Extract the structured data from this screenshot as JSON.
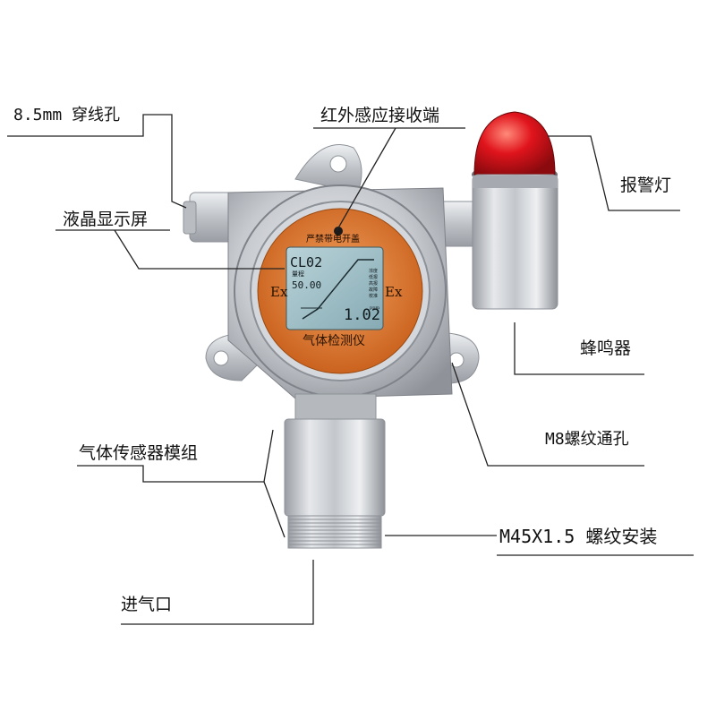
{
  "labels": {
    "cable_hole": "8.5mm 穿线孔",
    "ir_receiver": "红外感应接收端",
    "lcd_screen": "液晶显示屏",
    "alarm_light": "报警灯",
    "buzzer": "蜂鸣器",
    "m8_thread_hole": "M8螺纹通孔",
    "sensor_module": "气体传感器模组",
    "thread_install": "M45X1.5 螺纹安装",
    "gas_inlet": "进气口"
  },
  "device": {
    "warning_text": "严禁带电开盖",
    "ex_left": "Ex",
    "ex_right": "Ex",
    "name": "气体检测仪",
    "lcd": {
      "gas": "CL02",
      "range_label": "量程",
      "range_value": "50.00",
      "reading": "1.02",
      "unit": "ppm",
      "side_labels": [
        "浓度",
        "低报",
        "高报",
        "故障",
        "校准"
      ]
    }
  },
  "colors": {
    "metal": "#c9ccd1",
    "metal_dark": "#8d9298",
    "face": "#e07a2a",
    "lcd": "#9fc0c9",
    "light_red": "#d9121a",
    "line": "#222222"
  }
}
